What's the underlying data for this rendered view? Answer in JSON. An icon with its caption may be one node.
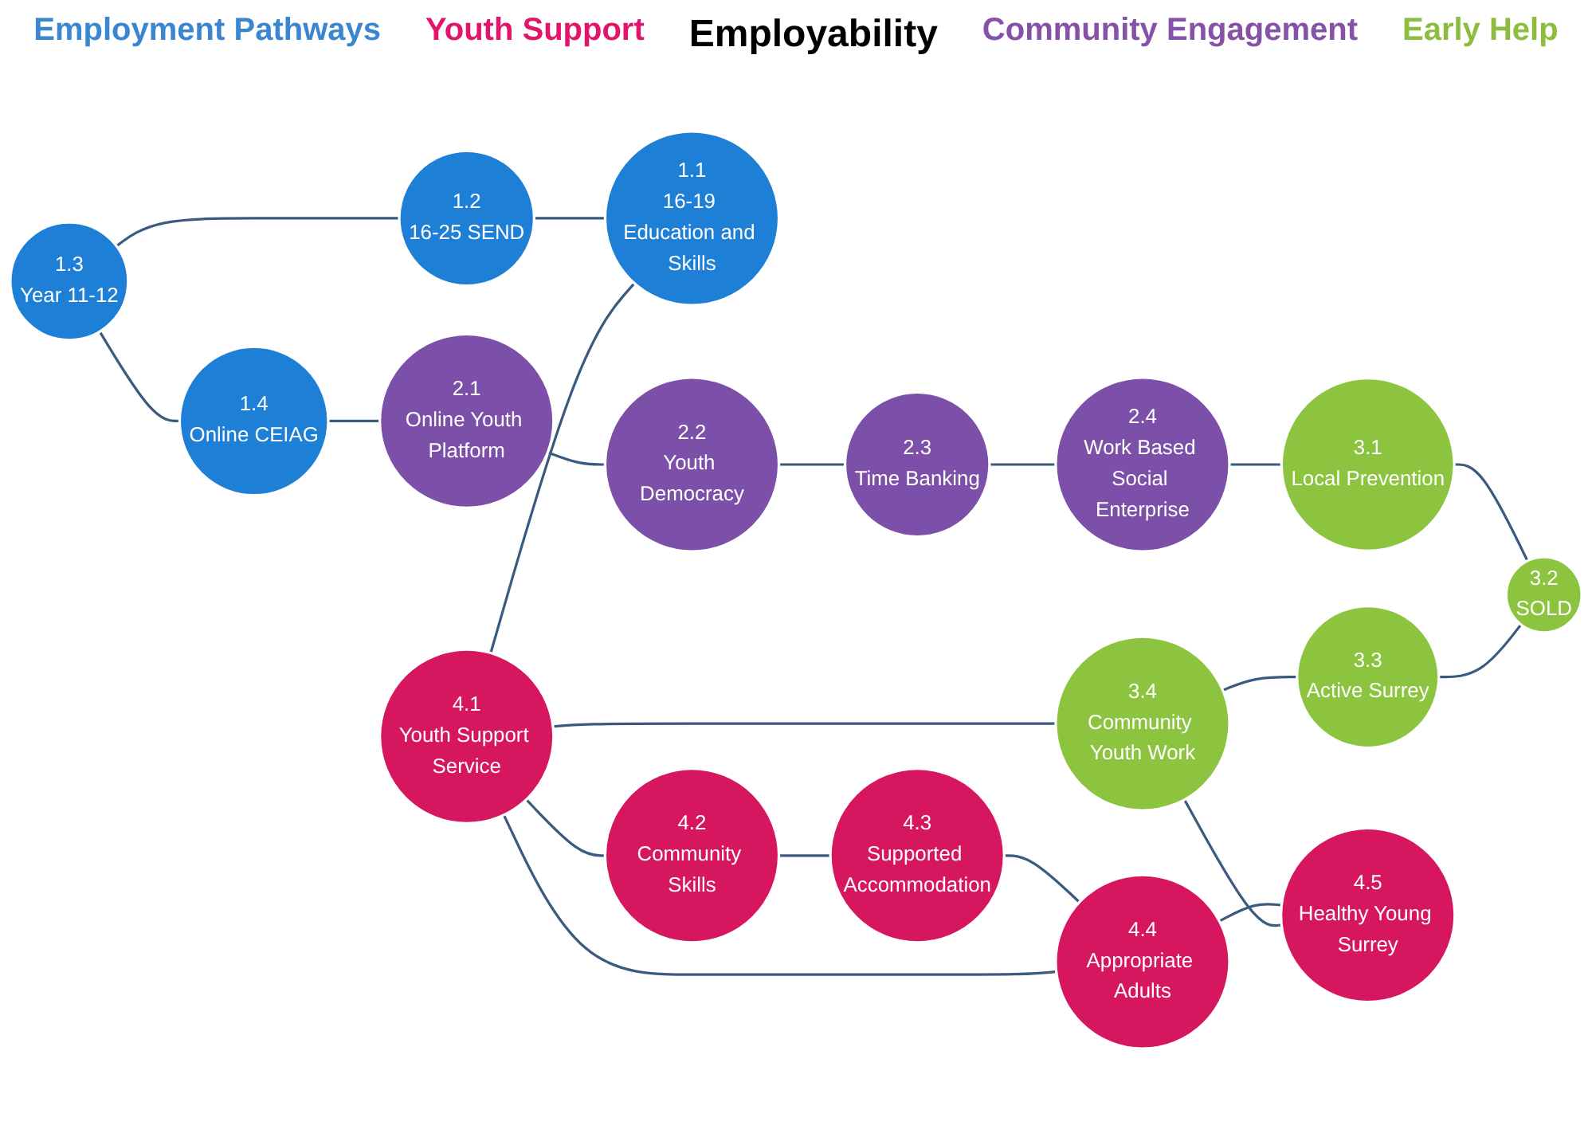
{
  "diagram": {
    "nodes": [
      {
        "text": [
          "1.1",
          "16-19 Education and Skills"
        ]
      },
      {
        "text": [
          "1.2",
          "16-25 SEND"
        ]
      },
      {
        "text": [
          "1.3",
          "Year 11-12"
        ]
      },
      {
        "text": [
          "1.4",
          "Online CEIAG"
        ]
      },
      {
        "text": [
          "2.1",
          "Online Youth Platform"
        ]
      },
      {
        "text": [
          "2.2",
          "Youth Democracy"
        ]
      },
      {
        "text": [
          "2.3",
          "Time Banking"
        ]
      },
      {
        "text": [
          "2.4",
          "Work Based Social Enterprise"
        ]
      },
      {
        "text": [
          "3.1",
          "Local Prevention"
        ]
      },
      {
        "text": [
          "3.2",
          "SOLD"
        ]
      },
      {
        "text": [
          "3.3",
          "Active Surrey"
        ]
      },
      {
        "text": [
          "3.4",
          "Community Youth Work"
        ]
      },
      {
        "text": [
          "4.1",
          "Youth Support Service"
        ]
      },
      {
        "text": [
          "4.2",
          "Community Skills"
        ]
      },
      {
        "text": [
          "4.3",
          "Supported Accommodation"
        ]
      },
      {
        "text": [
          "4.4",
          "Appropriate Adults"
        ]
      },
      {
        "text": [
          "4.5",
          "Healthy Young Surrey"
        ]
      }
    ],
    "edges": [
      {
        "from": 0,
        "to": 1,
        "arrow": "none"
      },
      {
        "from": 1,
        "to": 2,
        "arrow": "none"
      },
      {
        "from": 2,
        "to": 3,
        "arrow": "none"
      },
      {
        "from": 3,
        "to": 4,
        "arrow": "none"
      },
      {
        "from": 4,
        "to": 5,
        "arrow": "none"
      },
      {
        "from": 5,
        "to": 6,
        "arrow": "none"
      },
      {
        "from": 6,
        "to": 7,
        "arrow": "none"
      },
      {
        "from": 7,
        "to": 8,
        "arrow": "none"
      },
      {
        "from": 8,
        "to": 9,
        "arrow": "none"
      },
      {
        "from": 9,
        "to": 10,
        "arrow": "none"
      },
      {
        "from": 10,
        "to": 11,
        "arrow": "none"
      },
      {
        "from": 11,
        "to": 12,
        "arrow": "none"
      },
      {
        "from": 12,
        "to": 0,
        "arrow": "none"
      },
      {
        "from": 12,
        "to": 13,
        "arrow": "none"
      },
      {
        "from": 13,
        "to": 14,
        "arrow": "none"
      },
      {
        "from": 14,
        "to": 15,
        "arrow": "none"
      },
      {
        "from": 15,
        "to": 12,
        "arrow": "none"
      },
      {
        "from": 15,
        "to": 16,
        "arrow": "none"
      },
      {
        "from": 16,
        "to": 11,
        "arrow": "none"
      }
    ],
    "labels": [
      "Employment Pathways",
      "Youth Support",
      "Employability",
      "Community Engagement",
      "Early Help"
    ]
  }
}
